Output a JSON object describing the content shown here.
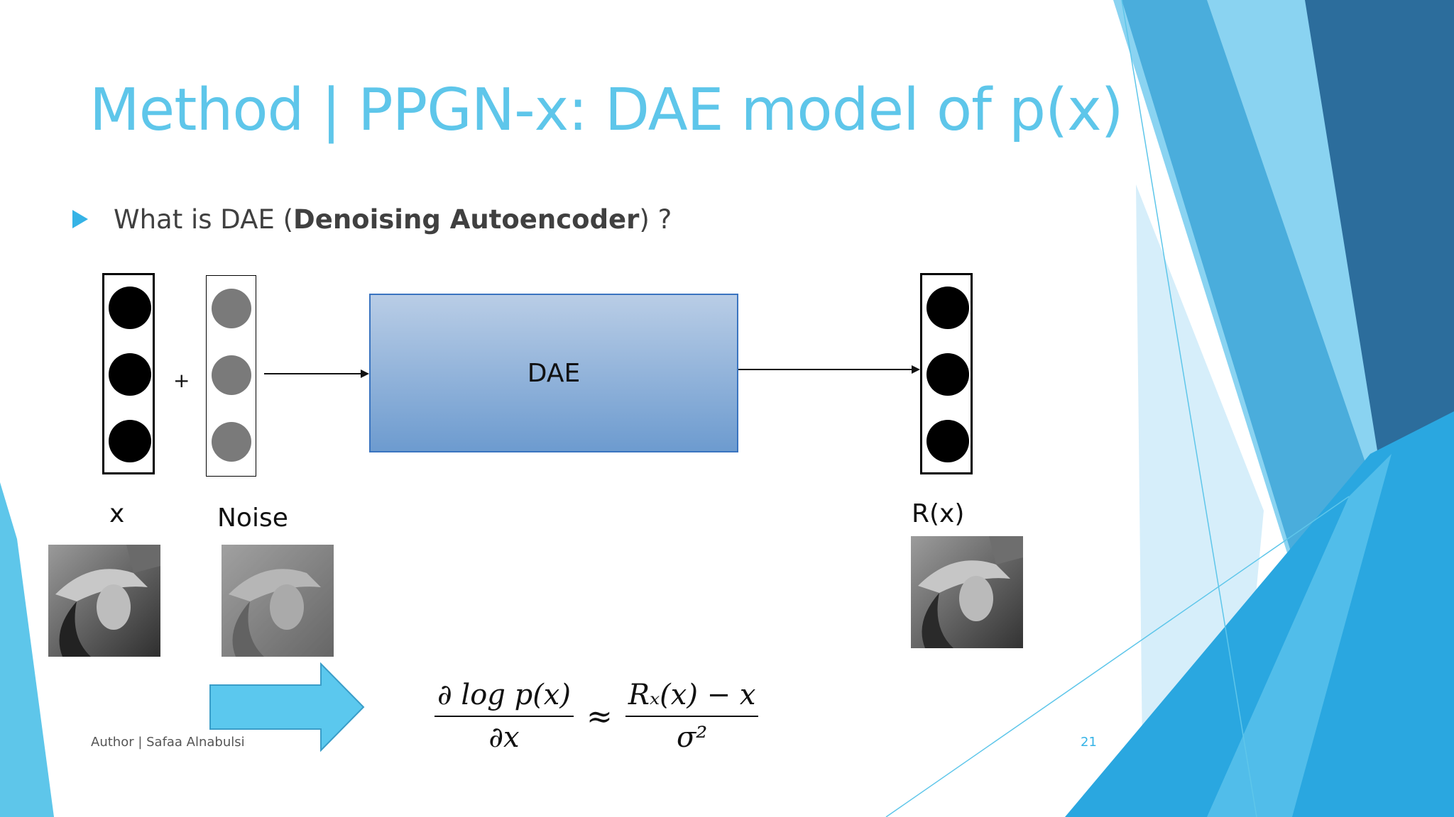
{
  "slide": {
    "title": "Method | PPGN-x: DAE model of p(x)",
    "bullet": {
      "prefix": "What is DAE (",
      "bold": "Denoising Autoencoder",
      "suffix": ") ?"
    },
    "footer": "Author | Safaa Alnabulsi",
    "page_number": "21"
  },
  "diagram": {
    "plus": "+",
    "box_label": "DAE",
    "labels": {
      "x": "x",
      "noise": "Noise",
      "output": "R(x)"
    },
    "formula": {
      "lhs_num": "∂ log p(x)",
      "lhs_den": "∂x",
      "approx": "≈",
      "rhs_num": "Rₓ(x) − x",
      "rhs_den": "σ²"
    },
    "colors": {
      "title": "#5ec6ea",
      "accent_arrow": "#5bc8ee",
      "box_top": "#b9cde6",
      "box_bottom": "#6d9bcf",
      "input_dot": "#000000",
      "noise_dot": "#7a7a7a"
    }
  }
}
